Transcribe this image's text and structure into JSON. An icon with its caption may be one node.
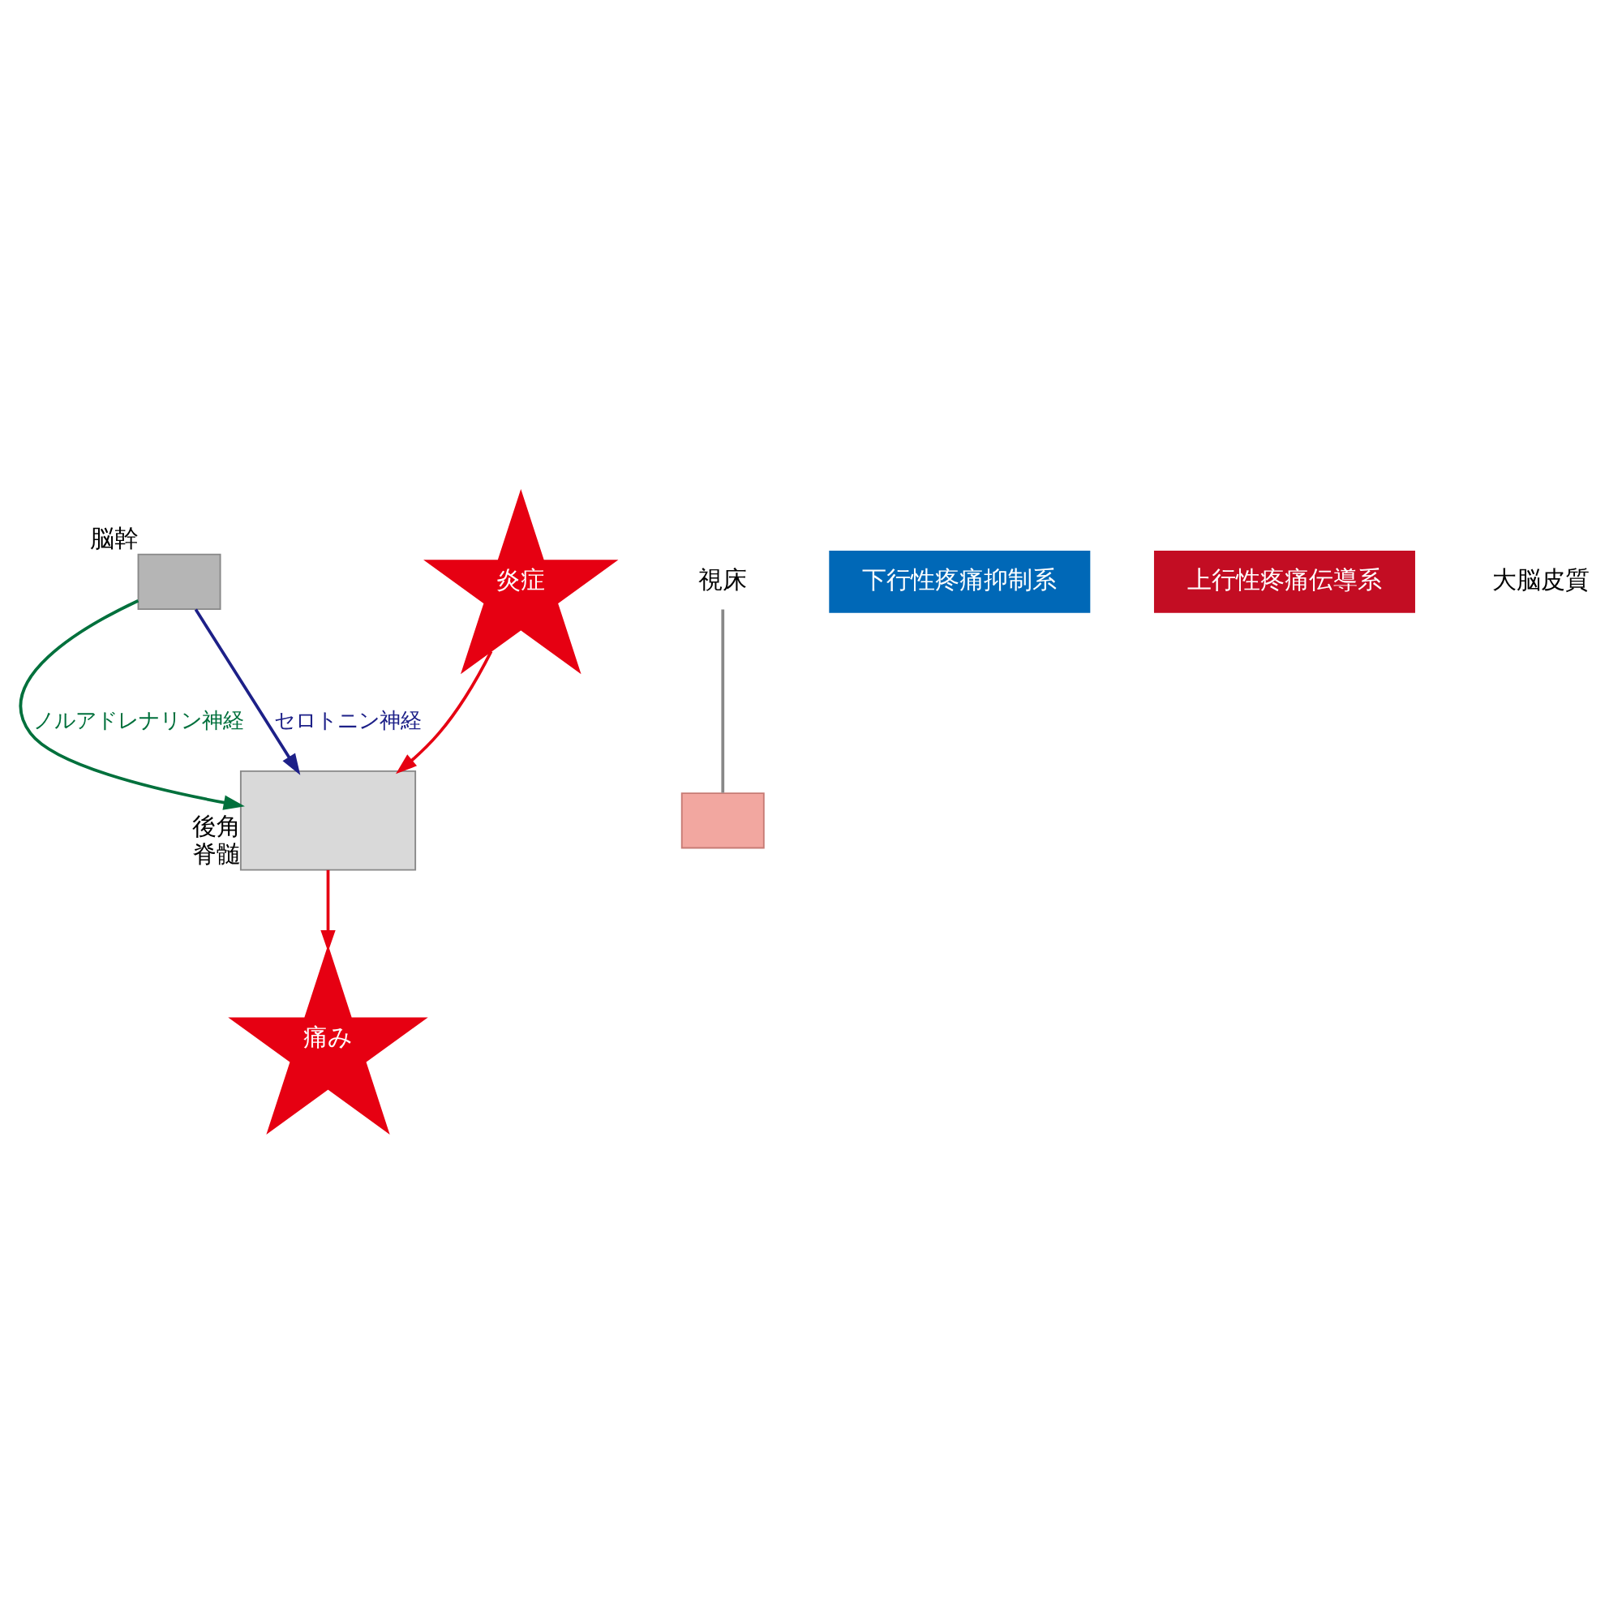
{
  "diagram": {
    "nodes": [
      {
        "text": [
          "痛み"
        ]
      },
      {
        "text": [
          "視床"
        ]
      },
      {
        "text": [],
        "shape": "box"
      },
      {
        "text": [],
        "shape": "box",
        "beside": [
          "脳幹"
        ]
      },
      {
        "text": [],
        "shape": "box",
        "beside": [
          "後角",
          "脊髄"
        ]
      },
      {
        "text": [
          "炎症"
        ]
      },
      {
        "text": [
          "下行性疼痛抑制系"
        ]
      },
      {
        "text": [
          "上行性疼痛伝導系"
        ]
      }
    ],
    "edges": [
      {
        "from": 1,
        "to": 2,
        "arrow": "none",
        "color": "#888888"
      },
      {
        "from": 5,
        "to": 4,
        "arrow": "to"
      },
      {
        "from": 4,
        "to": 0,
        "arrow": "to"
      },
      {
        "from": 3,
        "to": 4,
        "arrow": "to",
        "label": "ノルアドレナリン神経",
        "color": "#00703c"
      },
      {
        "from": 3,
        "to": 4,
        "arrow": "to",
        "label": "セロトニン神経",
        "color": "#1d2088"
      }
    ],
    "labels": [
      "大脳皮質"
    ]
  }
}
